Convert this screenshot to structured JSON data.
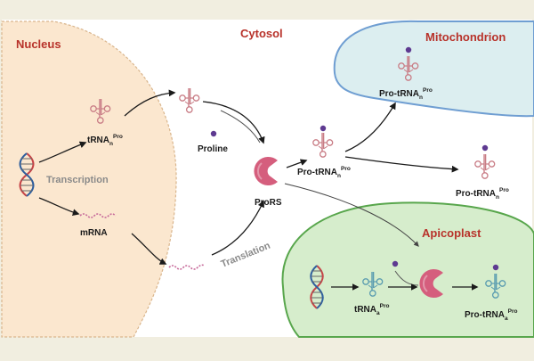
{
  "regions": {
    "nucleus": "Nucleus",
    "cytosol": "Cytosol",
    "mitochondrion": "Mitochondrion",
    "apicoplast": "Apicoplast"
  },
  "processes": {
    "transcription": "Transcription",
    "translation": "Translation"
  },
  "molecules": {
    "trna_n": {
      "base": "tRNA",
      "sub": "n",
      "sup": "Pro"
    },
    "mrna": "mRNA",
    "proline": "Proline",
    "pros": "ProRS",
    "pro_trna_cyto": {
      "base": "Pro-tRNA",
      "sub": "n",
      "sup": "Pro"
    },
    "pro_trna_mito": {
      "base": "Pro-tRNA",
      "sub": "n",
      "sup": "Pro"
    },
    "pro_trna_free": {
      "base": "Pro-tRNA",
      "sub": "n",
      "sup": "Pro"
    },
    "trna_a": {
      "base": "tRNA",
      "sub": "a",
      "sup": "Pro"
    },
    "pro_trna_api": {
      "base": "Pro-tRNA",
      "sub": "a",
      "sup": "Pro"
    }
  },
  "colors": {
    "background": "#f1eee0",
    "nucleus_fill": "#fbe7cf",
    "mito_fill": "#dceef0",
    "mito_border": "#6f9ed2",
    "api_fill": "#d6edcc",
    "api_border": "#58a64c",
    "trna_nuclear": "#c97d86",
    "trna_apicoplast": "#5a9cb0",
    "pros_enzyme": "#d55e7d",
    "amino_acid": "#5e3a91",
    "title_red": "#b8322a"
  },
  "icons": [
    "dna-helix-icon",
    "trna-icon",
    "mrna-strand-icon",
    "pros-enzyme-icon",
    "proline-dot-icon"
  ]
}
